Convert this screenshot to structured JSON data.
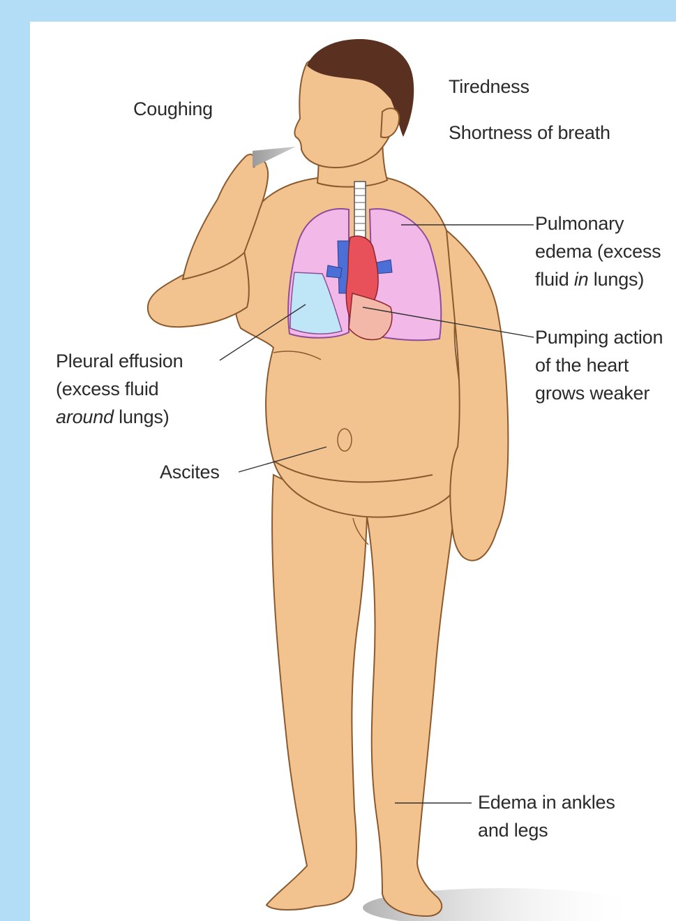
{
  "labels": {
    "coughing": "Coughing",
    "tiredness": "Tiredness",
    "shortness_of_breath": "Shortness of breath",
    "pulmonary_edema": {
      "line1": "Pulmonary",
      "line2": "edema (excess",
      "line3_pre": "fluid ",
      "line3_em": "in",
      "line3_post": " lungs)"
    },
    "pumping_action": {
      "line1": "Pumping action",
      "line2": "of the heart",
      "line3": "grows weaker"
    },
    "pleural_effusion": {
      "line1": "Pleural effusion",
      "line2": "(excess fluid",
      "line3_em": "around",
      "line3_post": " lungs)"
    },
    "ascites": "Ascites",
    "edema_legs": {
      "line1": "Edema in ankles",
      "line2": "and legs"
    }
  },
  "colors": {
    "page_background": "#b3dcf7",
    "panel": "#ffffff",
    "skin": "#f2c28f",
    "skin_outline": "#8a5a2e",
    "hair": "#5a3020",
    "lung": "#f2b9e8",
    "fluid": "#bfe6f7",
    "heart": "#e8505a",
    "vessel_blue": "#4b6fd6",
    "leader_line": "#333333"
  }
}
